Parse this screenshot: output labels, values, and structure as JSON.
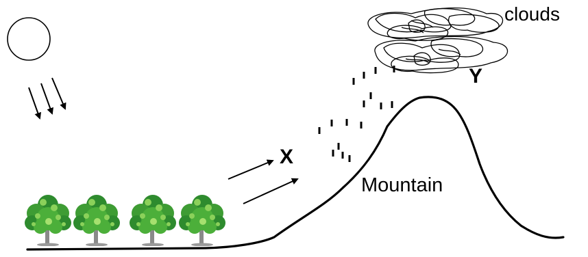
{
  "labels": {
    "clouds": "clouds",
    "y_marker": "Y",
    "x_marker": "X",
    "mountain": "Mountain"
  },
  "colors": {
    "ink": "#000000",
    "tree_leaf_dark": "#2e8b2e",
    "tree_leaf_mid": "#4caf3a",
    "tree_leaf_light": "#8bd15a",
    "tree_trunk": "#8a8a8a",
    "background": "#ffffff"
  },
  "icons": {
    "sun": "sun-icon",
    "tree": "tree-icon",
    "cloud": "cloud-icon"
  },
  "trees": {
    "count": 4
  }
}
